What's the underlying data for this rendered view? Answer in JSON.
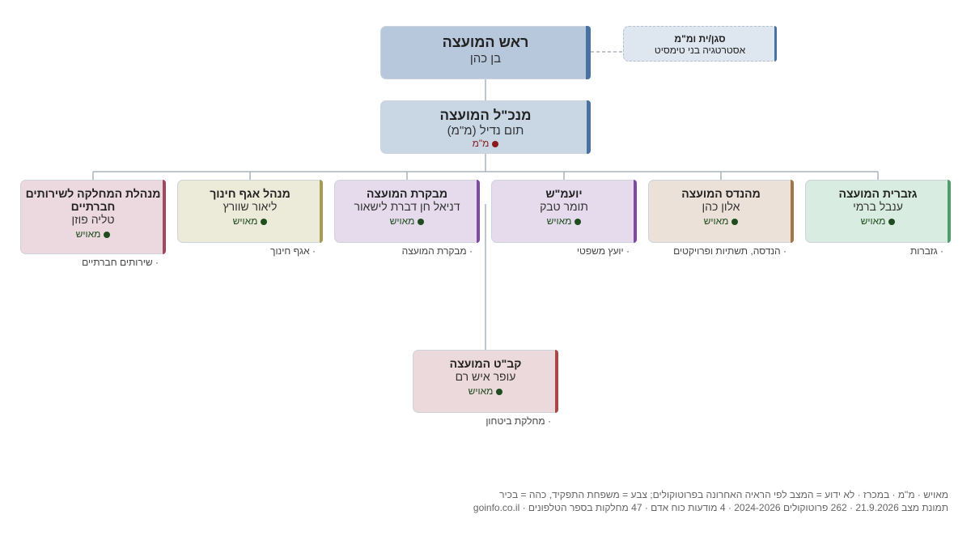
{
  "colors": {
    "active": "#1f4d1f",
    "pending": "#8b1a1a",
    "connector": "#aab3bd"
  },
  "head": {
    "role": "ראש המועצה",
    "name": "בן כהן"
  },
  "deputy": {
    "role": "סגן/ית ומ\"מ",
    "name": "אסטרטגיה בני טימסיט"
  },
  "ceo": {
    "role": "מנכ\"ל המועצה",
    "name": "תום נדיל (מ\"מ)",
    "status": "מ\"מ"
  },
  "children": {
    "treasurer": {
      "role": "גזברית המועצה",
      "name": "ענבל ברמי",
      "status": "מאויש",
      "dept": "· גזברות"
    },
    "engineer": {
      "role": "מהנדס המועצה",
      "name": "אלון כהן",
      "status": "מאויש",
      "dept": "· הנדסה, תשתיות ופרויקטים"
    },
    "legal": {
      "role": "יועמ\"ש",
      "name": "תומר טבק",
      "status": "מאויש",
      "dept": "· יועץ משפטי"
    },
    "auditor": {
      "role": "מבקרת המועצה",
      "name": "דניאל חן דברת לישאור",
      "status": "מאויש",
      "dept": "· מבקרת המועצה"
    },
    "education": {
      "role": "מנהל אגף חינוך",
      "name": "ליאור שוורץ",
      "status": "מאויש",
      "dept": "· אגף חינוך"
    },
    "social": {
      "role": "מנהלת המחלקה לשירותים חברתיים",
      "name": "טליה פוזן",
      "status": "מאויש",
      "dept": "· שירותים חברתיים"
    }
  },
  "security": {
    "role": "קב\"ט המועצה",
    "name": "עופר איש רם",
    "status": "מאויש",
    "dept": "· מחלקת ביטחון"
  },
  "footer": {
    "legend": "מאויש · מ\"מ · במכרז · לא ידוע = המצב לפי הראיה האחרונה בפרוטוקולים; צבע = משפחת התפקיד, כהה = בכיר",
    "snapshot": "תמונת מצב 21.9.2026 · 262 פרוטוקולים 2024-2026 · 4 מודעות כוח אדם · 47 מחלקות בספר הטלפונים · goinfo.co.il"
  }
}
